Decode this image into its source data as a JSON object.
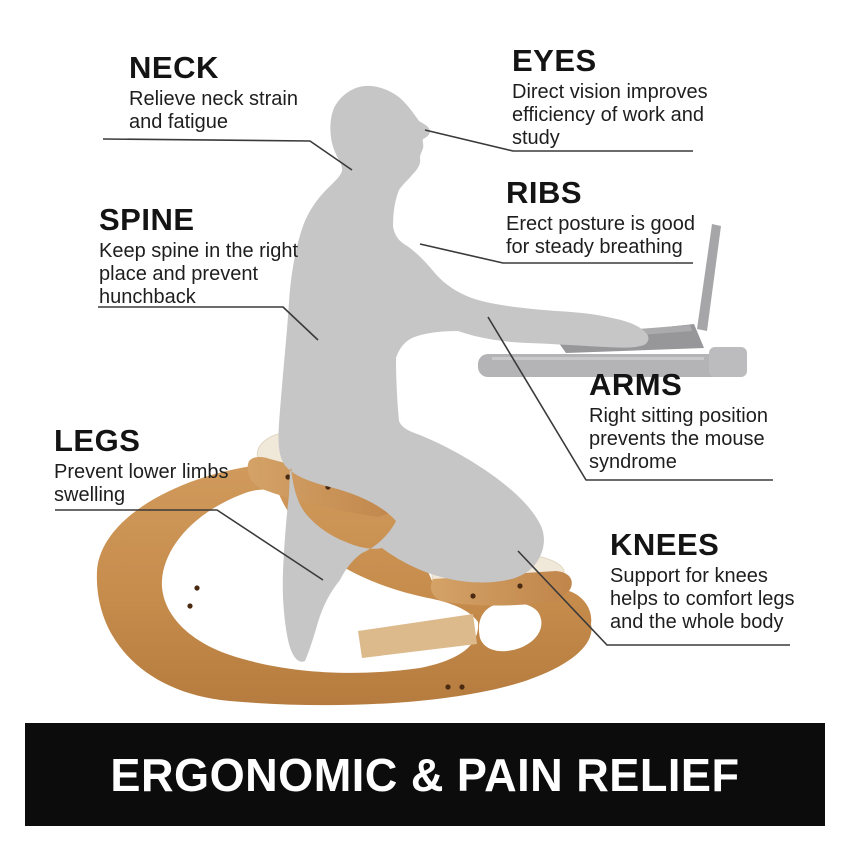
{
  "labels": {
    "neck": {
      "title": "NECK",
      "desc": "Relieve neck strain\nand fatigue"
    },
    "eyes": {
      "title": "EYES",
      "desc": "Direct vision improves\nefficiency of work and\nstudy"
    },
    "spine": {
      "title": "SPINE",
      "desc": "Keep spine in the right\nplace and prevent\nhunchback"
    },
    "ribs": {
      "title": "RIBS",
      "desc": "Erect posture is good\nfor steady breathing"
    },
    "arms": {
      "title": "ARMS",
      "desc": "Right sitting position\nprevents the mouse\nsyndrome"
    },
    "legs": {
      "title": "LEGS",
      "desc": "Prevent lower limbs\nswelling"
    },
    "knees": {
      "title": "KNEES",
      "desc": "Support for knees\nhelps to comfort legs\nand the whole body"
    }
  },
  "banner": {
    "text": "ERGONOMIC & PAIN RELIEF"
  },
  "illustration": {
    "subject": "person kneeling on ergonomic wooden rocking kneeling chair using laptop",
    "icons": [
      "person-silhouette",
      "kneeling-chair",
      "laptop",
      "desk-surface"
    ]
  },
  "colors": {
    "background": "#ffffff",
    "banner_bg": "#0c0c0c",
    "banner_text": "#ffffff",
    "silhouette": "#c6c6c7",
    "wood": "#c89051",
    "wood_dark": "#b37a3c",
    "wood_light": "#dcba8c",
    "cushion": "#f0e8d9",
    "laptop": "#a2a2a4",
    "desk": "#b4b4b6",
    "leader_line": "#3a3a3a",
    "text": "#1b1b1b"
  }
}
